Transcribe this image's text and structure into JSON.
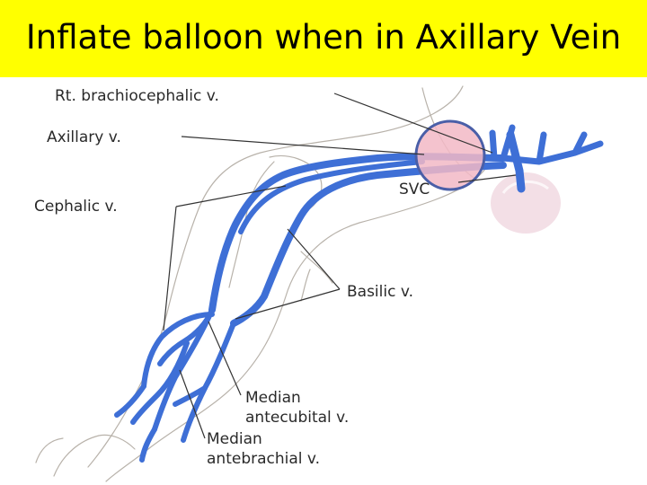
{
  "title": "Inflate balloon when in Axillary Vein",
  "colors": {
    "title_background": "#ffff00",
    "vein": "#3e6fd6",
    "balloon_fill": "#f2b8c6",
    "balloon_outline": "#4a5fa8",
    "heart": "#f3dfe6",
    "sketch": "#b8b2aa",
    "leader": "#333333"
  },
  "labels": {
    "rt_brachiocephalic": "Rt. brachiocephalic v.",
    "axillary": "Axillary v.",
    "cephalic": "Cephalic v.",
    "svc": "SVC",
    "basilic": "Basilic v.",
    "median_antecubital_1": "Median",
    "median_antecubital_2": "antecubital v.",
    "median_antebrachial_1": "Median",
    "median_antebrachial_2": "antebrachial v."
  }
}
